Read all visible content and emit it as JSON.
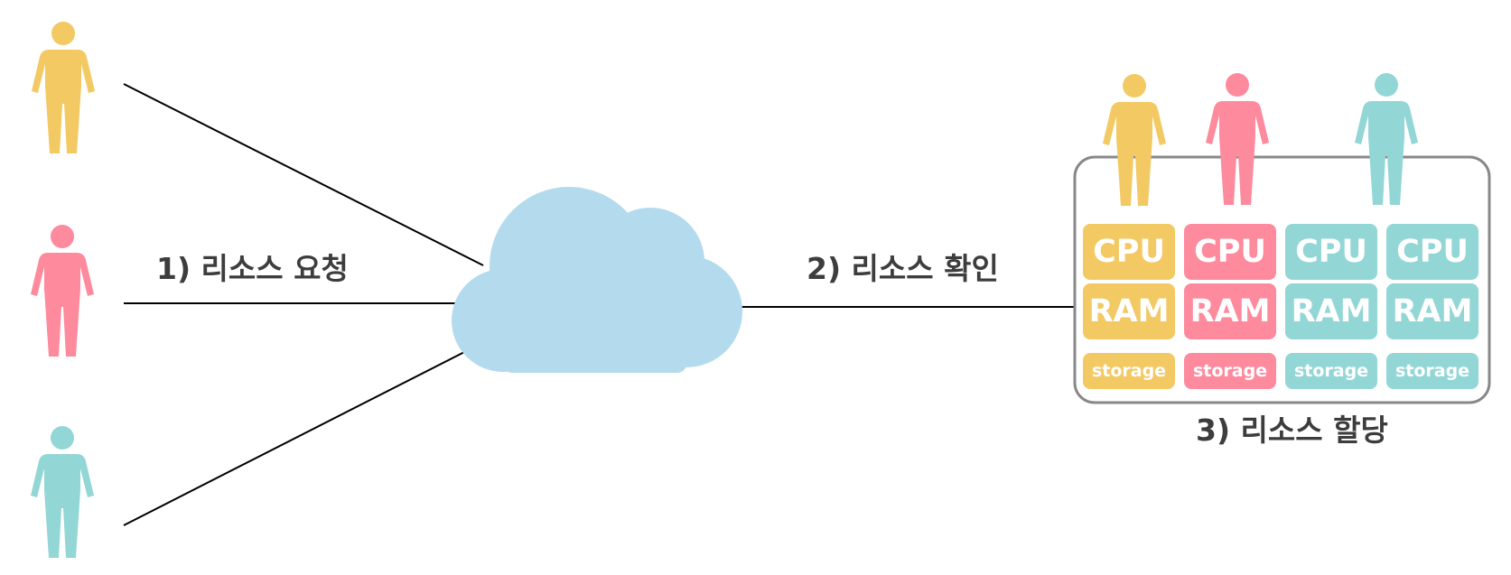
{
  "colors": {
    "yellow": "#f3c963",
    "pink": "#fe8a9d",
    "teal": "#93d6d6",
    "cloud": "#b3dbed",
    "line": "#000000",
    "box_border": "#888888",
    "label_text": "#3d3d3d"
  },
  "users": [
    {
      "name": "user-yellow",
      "color": "yellow",
      "icon": "person-icon"
    },
    {
      "name": "user-pink",
      "color": "pink",
      "icon": "person-icon"
    },
    {
      "name": "user-teal",
      "color": "teal",
      "icon": "person-icon"
    }
  ],
  "cloud": {
    "icon": "cloud-icon"
  },
  "labels": {
    "step1": "1) 리소스 요청",
    "step2": "2) 리소스 확인",
    "step3": "3) 리소스 할당"
  },
  "resources": {
    "columns": [
      {
        "color": "yellow",
        "cpu": "CPU",
        "ram": "RAM",
        "storage": "storage"
      },
      {
        "color": "pink",
        "cpu": "CPU",
        "ram": "RAM",
        "storage": "storage"
      },
      {
        "color": "teal",
        "cpu": "CPU",
        "ram": "RAM",
        "storage": "storage"
      },
      {
        "color": "teal",
        "cpu": "CPU",
        "ram": "RAM",
        "storage": "storage"
      }
    ],
    "assigned_users": [
      "yellow",
      "pink",
      "teal"
    ]
  }
}
